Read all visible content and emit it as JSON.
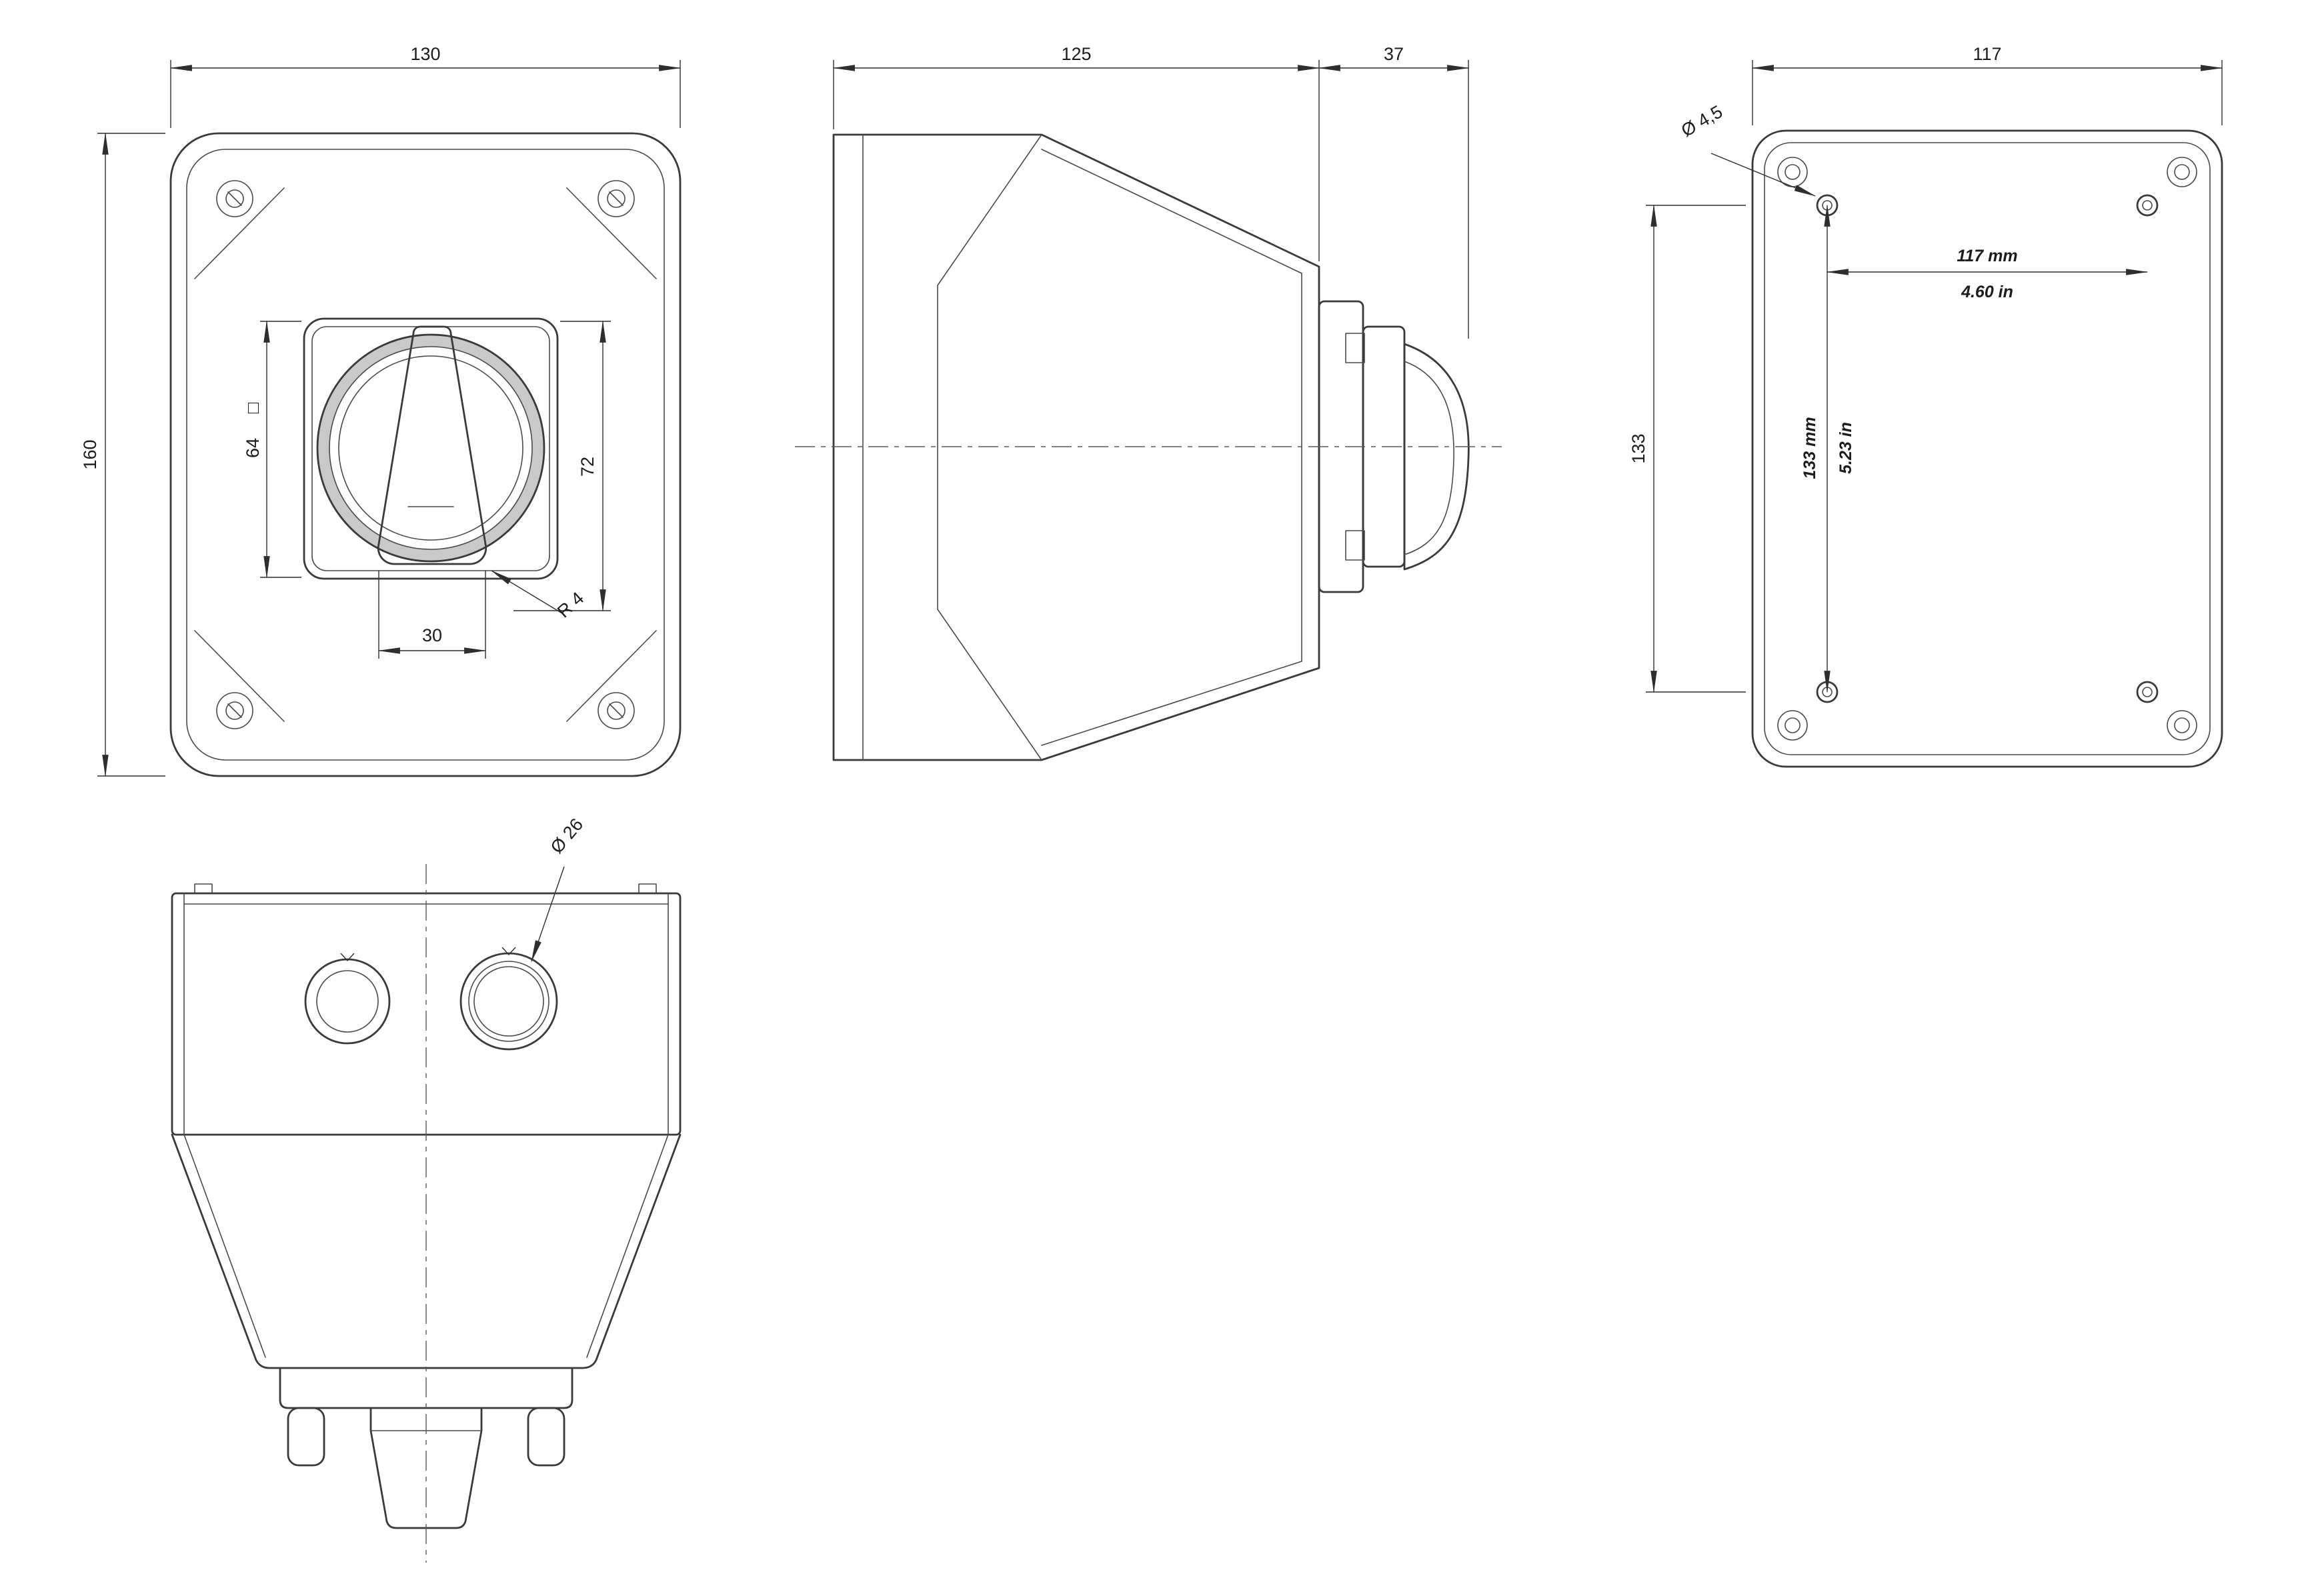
{
  "views": {
    "front": {
      "dim_width": "130",
      "dim_height": "160",
      "square_symbol": "□",
      "dim_plate": "64",
      "dim_switch": "72",
      "dim_handle_width": "30",
      "dim_radius": "R 4"
    },
    "side": {
      "dim_depth_body": "125",
      "dim_depth_socket": "37"
    },
    "rear": {
      "dim_width": "117",
      "dim_height": "133",
      "dim_hole": "Ø 4,5",
      "dim_spacing_h_mm": "117 mm",
      "dim_spacing_h_in": "4.60 in",
      "dim_spacing_v_mm": "133 mm",
      "dim_spacing_v_in": "5.23 in"
    },
    "bottom": {
      "dim_gland": "Ø 26"
    }
  },
  "colors": {
    "line": "#3a3a3a",
    "dimension": "#2e2e2e",
    "background": "#ffffff"
  }
}
